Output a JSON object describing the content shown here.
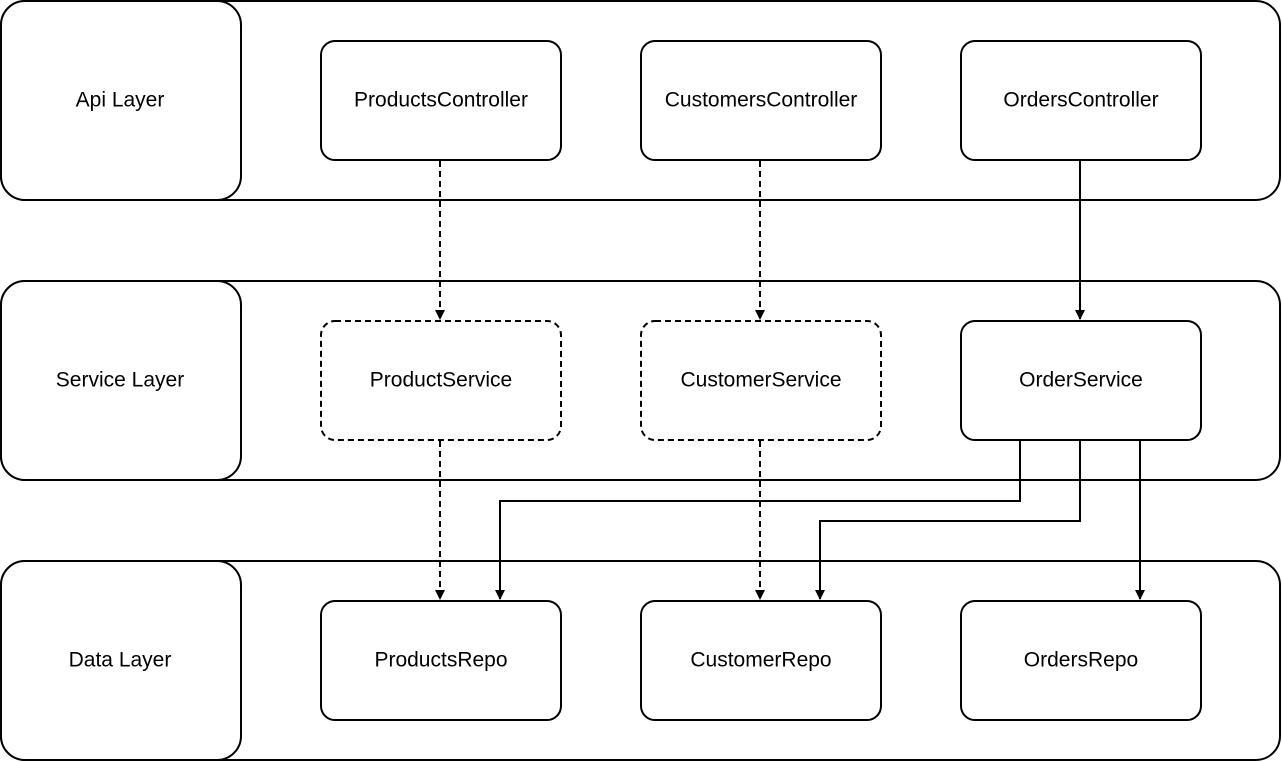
{
  "diagram": {
    "layers": [
      {
        "id": "api",
        "label": "Api Layer"
      },
      {
        "id": "service",
        "label": "Service Layer"
      },
      {
        "id": "data",
        "label": "Data Layer"
      }
    ],
    "nodes": [
      {
        "id": "products_controller",
        "label": "ProductsController",
        "style": "solid"
      },
      {
        "id": "customers_controller",
        "label": "CustomersController",
        "style": "solid"
      },
      {
        "id": "orders_controller",
        "label": "OrdersController",
        "style": "solid"
      },
      {
        "id": "product_service",
        "label": "ProductService",
        "style": "dashed"
      },
      {
        "id": "customer_service",
        "label": "CustomerService",
        "style": "dashed"
      },
      {
        "id": "order_service",
        "label": "OrderService",
        "style": "solid"
      },
      {
        "id": "products_repo",
        "label": "ProductsRepo",
        "style": "solid"
      },
      {
        "id": "customer_repo",
        "label": "CustomerRepo",
        "style": "solid"
      },
      {
        "id": "orders_repo",
        "label": "OrdersRepo",
        "style": "solid"
      }
    ],
    "edges": [
      {
        "from": "ProductsController",
        "to": "ProductService",
        "style": "dashed"
      },
      {
        "from": "CustomersController",
        "to": "CustomerService",
        "style": "dashed"
      },
      {
        "from": "OrdersController",
        "to": "OrderService",
        "style": "solid"
      },
      {
        "from": "ProductService",
        "to": "ProductsRepo",
        "style": "dashed"
      },
      {
        "from": "CustomerService",
        "to": "CustomerRepo",
        "style": "dashed"
      },
      {
        "from": "OrderService",
        "to": "ProductsRepo",
        "style": "solid"
      },
      {
        "from": "OrderService",
        "to": "CustomerRepo",
        "style": "solid"
      },
      {
        "from": "OrderService",
        "to": "OrdersRepo",
        "style": "solid"
      }
    ]
  }
}
